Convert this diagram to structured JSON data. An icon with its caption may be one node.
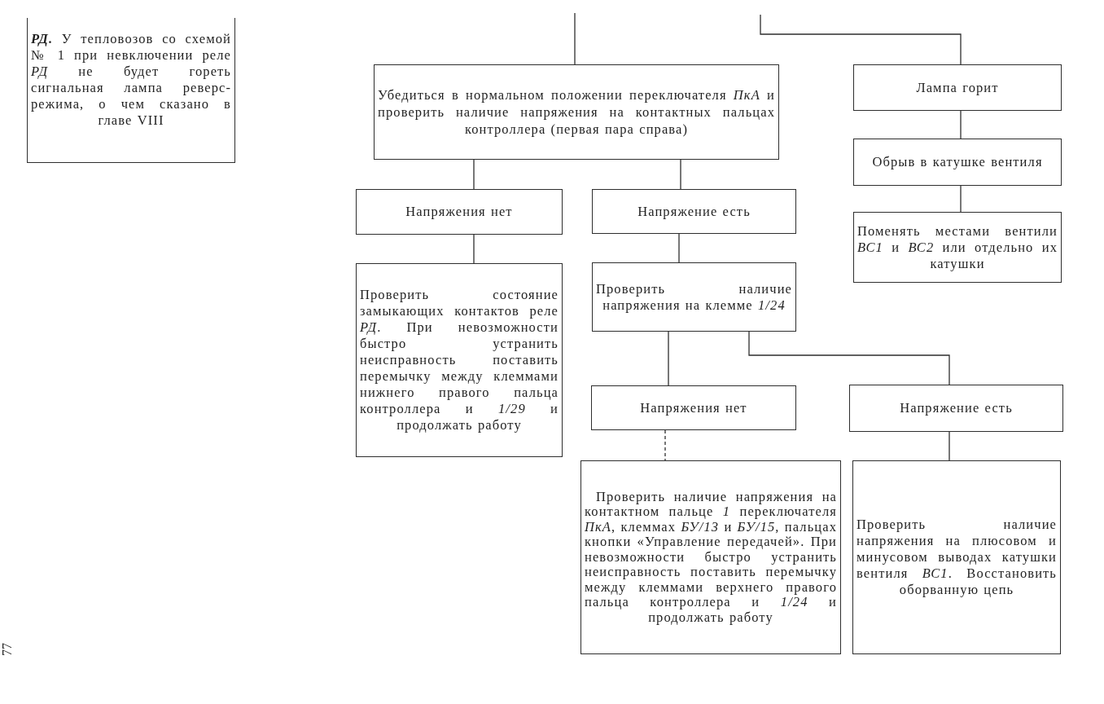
{
  "diagram": {
    "nodes": [
      {
        "text": [
          "**РД.** У тепловозов со схемой № 1 при невключении реле *РД* не будет гореть сигнальная лампа реверс-режима, о чем сказано в главе VIII"
        ]
      },
      {
        "text": [
          "Убедиться в нормальном положении переключателя *ПкА* и проверить наличие напряжения на контактных пальцах контроллера (первая пара справа)"
        ]
      },
      {
        "text": [
          "Напряжения нет"
        ]
      },
      {
        "text": [
          "Напряжение есть"
        ]
      },
      {
        "text": [
          "Проверить состояние замыкающих контактов реле *РД*. При невозможности быстро устранить неисправность поставить перемычку между клеммами нижнего правого пальца контроллера и *1/29* и продолжать работу"
        ]
      },
      {
        "text": [
          "Проверить наличие напряжения на клемме *1/24*"
        ]
      },
      {
        "text": [
          "Напряжения нет"
        ]
      },
      {
        "text": [
          "Напряжение есть"
        ]
      },
      {
        "text": [
          "Проверить наличие напряжения на контактном пальце *1* переключателя *ПкА*, клеммах *БУ/13* и *БУ/15*, пальцах кнопки «Управление передачей». При невозможности быстро устранить неисправность поставить перемычку между клеммами верхнего правого пальца контроллера и *1/24* и продолжать работу"
        ]
      },
      {
        "text": [
          "Проверить наличие напряжения на плюсовом и минусовом выводах катушки вентиля *ВС1*. Восстановить оборванную цепь"
        ]
      },
      {
        "text": [
          "Лампа горит"
        ]
      },
      {
        "text": [
          "Обрыв в катушке вентиля"
        ]
      },
      {
        "text": [
          "Поменять местами вентили *ВС1* и *ВС2* или отдельно их катушки"
        ]
      }
    ],
    "edges": [
      {
        "from": null,
        "to": 1,
        "arrow": "none"
      },
      {
        "from": null,
        "to": 10,
        "arrow": "none"
      },
      {
        "from": 1,
        "to": 2,
        "arrow": "none"
      },
      {
        "from": 1,
        "to": 3,
        "arrow": "none"
      },
      {
        "from": 2,
        "to": 4,
        "arrow": "none"
      },
      {
        "from": 3,
        "to": 5,
        "arrow": "none"
      },
      {
        "from": 5,
        "to": 6,
        "arrow": "none"
      },
      {
        "from": 5,
        "to": 7,
        "arrow": "none"
      },
      {
        "from": 6,
        "to": 8,
        "arrow": "none",
        "style": "dashed"
      },
      {
        "from": 7,
        "to": 9,
        "arrow": "none"
      },
      {
        "from": 10,
        "to": 11,
        "arrow": "none"
      },
      {
        "from": 11,
        "to": 12,
        "arrow": "none"
      }
    ],
    "labels": [
      "77"
    ]
  }
}
